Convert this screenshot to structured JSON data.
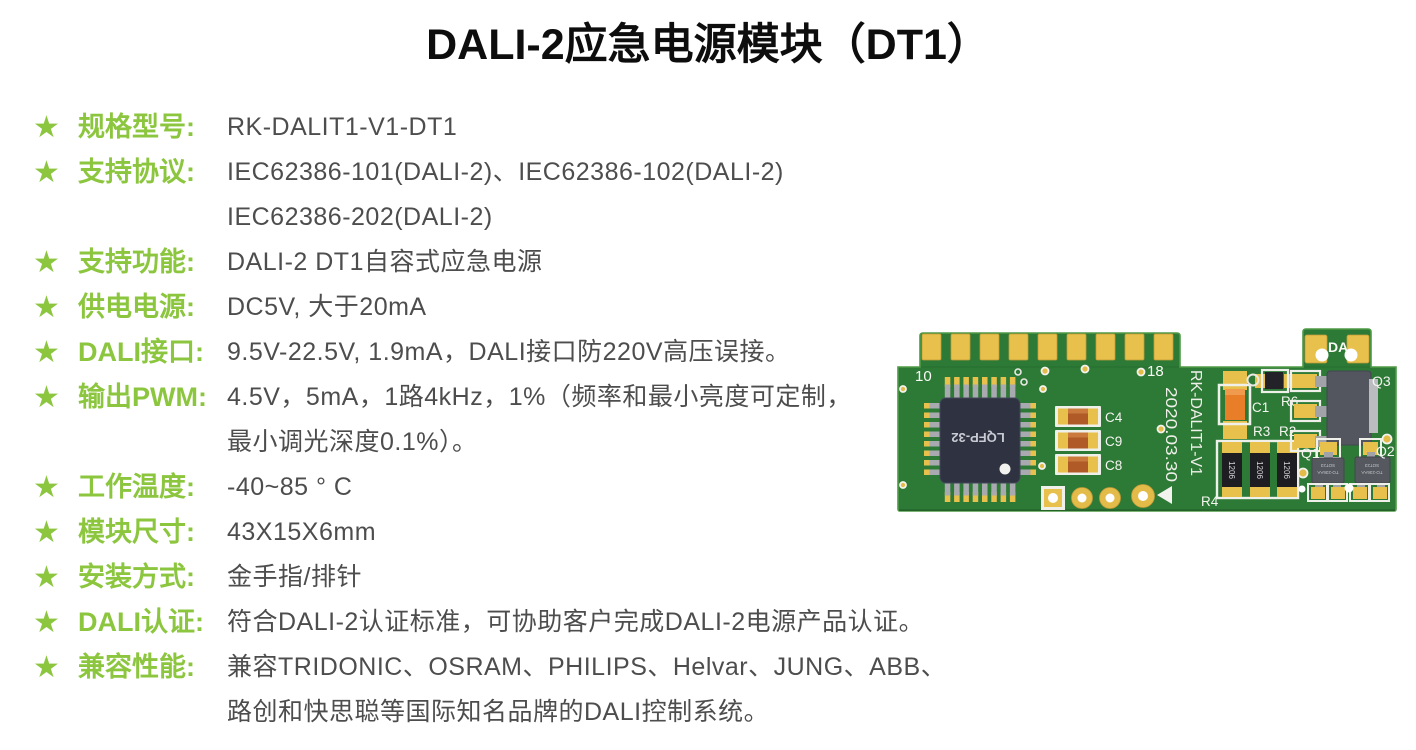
{
  "title": "DALI-2应急电源模块（DT1）",
  "icons": {
    "star": "★"
  },
  "colors": {
    "accent_green": "#8CC63F",
    "value_text": "#4D4D4D",
    "board_green": "#2D7A37",
    "gold": "#E8C14C",
    "silkscreen": "#F2F2EE",
    "chip_black": "#2F3240",
    "cap_orange": "#E87F28"
  },
  "specs": {
    "lines": [
      {
        "label": "规格型号:",
        "value": "RK-DALIT1-V1-DT1"
      },
      {
        "label": "支持协议:",
        "value": "IEC62386-101(DALI-2)、IEC62386-102(DALI-2)"
      },
      {
        "label": "",
        "value": "IEC62386-202(DALI-2)"
      },
      {
        "label": "支持功能:",
        "value": "DALI-2 DT1自容式应急电源"
      },
      {
        "label": "供电电源:",
        "value": "DC5V, 大于20mA"
      },
      {
        "label": "DALI接口:",
        "value": "9.5V-22.5V, 1.9mA，DALI接口防220V高压误接。"
      },
      {
        "label": "输出PWM:",
        "value": "4.5V，5mA，1路4kHz，1%（频率和最小亮度可定制，"
      },
      {
        "label": "",
        "value": "最小调光深度0.1%）。"
      },
      {
        "label": "工作温度:",
        "value": "-40~85 ° C"
      },
      {
        "label": "模块尺寸:",
        "value": "43X15X6mm"
      },
      {
        "label": "安装方式:",
        "value": "金手指/排针"
      },
      {
        "label": "DALI认证:",
        "value": "符合DALI-2认证标准，可协助客户完成DALI-2电源产品认证。"
      },
      {
        "label": "兼容性能:",
        "value": "兼容TRIDONIC、OSRAM、PHILIPS、Helvar、JUNG、ABB、"
      },
      {
        "label": "",
        "value": "路创和快思聪等国际知名品牌的DALI控制系统。"
      }
    ]
  },
  "pcb": {
    "labels": {
      "pin_start": "10",
      "pin_end": "18",
      "model": "RK-DALIT1-V1",
      "date": "2020.03.30",
      "chip": "LQFP-32",
      "c4": "C4",
      "c9": "C9",
      "c8": "C8",
      "c1": "C1",
      "r6": "R6",
      "r3": "R3",
      "r2": "R2",
      "r4": "R4",
      "q1": "Q1",
      "q2": "Q2",
      "q3": "Q3",
      "da": "DA",
      "r_marking": "1206"
    }
  }
}
